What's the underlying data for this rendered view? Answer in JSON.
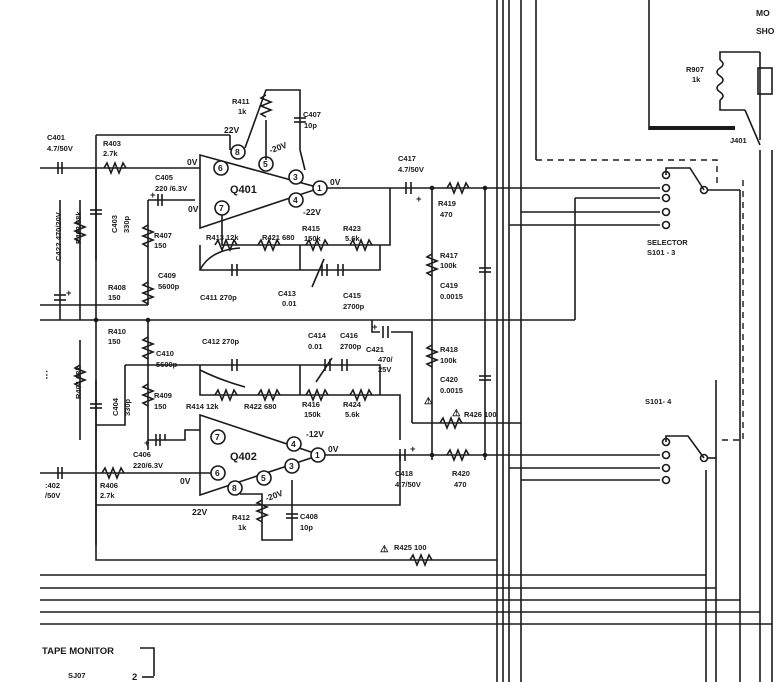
{
  "labels": {
    "top_right_mo": "MO",
    "top_right_sho": "SHO",
    "r907": "R907",
    "r907_val": "1k",
    "j401": "J401",
    "r411": "R411",
    "r411_val": "1k",
    "c407": "C407",
    "c407_val": "10p",
    "v22_top": "22V",
    "v20_top": "-20V",
    "v0_a": "0V",
    "v0_b": "0V",
    "v0_c": "0V",
    "v22n_top": "-22V",
    "q401": "Q401",
    "c401": "C401",
    "c401_val": "4.7/50V",
    "r403": "R403",
    "r403_val": "2.7k",
    "c405": "C405",
    "c405_val": "220 /6.3V",
    "c417": "C417",
    "c417_val": "4.7/50V",
    "c403": "C403",
    "c403_val": "330p",
    "r407": "R407",
    "r407_val": "150",
    "r413": "R413 12k",
    "r421": "R421 680",
    "r415": "R415",
    "r415_val": "150k",
    "r423": "R423",
    "r423_val": "5.6k",
    "r419": "R419",
    "r419_val": "470",
    "r403_side": "R403 68k",
    "c4_side": "C4?? 470/20V",
    "c409": "C409",
    "c409_val": "5600p",
    "c411": "C411  270p",
    "c413": "C413",
    "c413_val": "0.01",
    "c415": "C415",
    "c415_val": "2700p",
    "r417": "R417",
    "r417_val": "100k",
    "c419": "C419",
    "c419_val": "0.0015",
    "selector": "SELECTOR",
    "s101_3": "S101 - 3",
    "r408": "R408",
    "r408_val": "150",
    "r410": "R410",
    "r410_val": "150",
    "c412": "C412  270p",
    "c414": "C414",
    "c414_val": "0.01",
    "c416": "C416",
    "c416_val": "2700p",
    "c421": "C421",
    "c421_val": "470/",
    "c421_val2": "25V",
    "c410": "C410",
    "c410_val": "5600p",
    "r418": "R418",
    "r418_val": "100k",
    "c420": "C420",
    "c420_val": "0.0015",
    "r404_side": "R404 68k",
    "c404": "C404",
    "c404_val": "330p",
    "r409": "R409",
    "r409_val": "150",
    "r414": "R414 12k",
    "r422": "R422 680",
    "r416": "R416",
    "r416_val": "150k",
    "r424": "R424",
    "r424_val": "5.6k",
    "r426": "R426 100",
    "s101_4": "S101- 4",
    "v12n": "-12V",
    "q402": "Q402",
    "c406": "C406",
    "c406_val": "220/6.3V",
    "c402": ":402",
    "c402_val": "/50V",
    "r406": "R406",
    "r406_val": "2.7k",
    "c418": "C418",
    "c418_val": "4.7/50V",
    "r420": "R420",
    "r420_val": "470",
    "v22_bot": "22V",
    "v20_bot": "-20V",
    "r412": "R412",
    "r412_val": "1k",
    "c408": "C408",
    "c408_val": "10p",
    "r425": "R425 100",
    "tape_monitor": "TAPE MONITOR",
    "sj07": "SJ07",
    "pin2": "2"
  },
  "pins": {
    "u1_6": "6",
    "u1_8": "8",
    "u1_5": "5",
    "u1_7": "7",
    "u1_4": "4",
    "u1_3": "3",
    "u1_1": "1",
    "u2_7": "7",
    "u2_4": "4",
    "u2_1": "1",
    "u2_6": "6",
    "u2_8": "8",
    "u2_5": "5",
    "u2_3": "3"
  },
  "symbols": {
    "warning": "⚠"
  }
}
